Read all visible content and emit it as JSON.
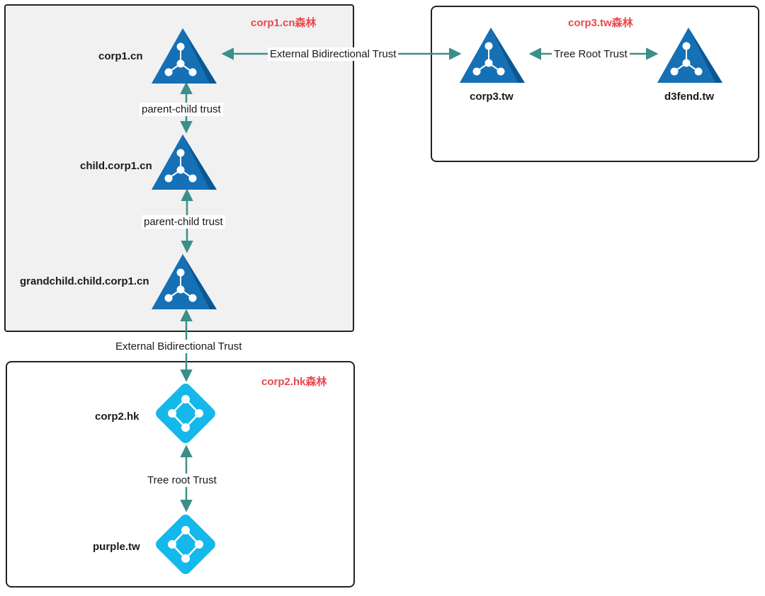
{
  "forests": {
    "cn": {
      "title": "corp1.cn森林"
    },
    "tw": {
      "title": "corp3.tw森林"
    },
    "hk": {
      "title": "corp2.hk森林"
    }
  },
  "nodes": {
    "corp1_cn": "corp1.cn",
    "child_corp1_cn": "child.corp1.cn",
    "grandchild_child_corp1_cn": "grandchild.child.corp1.cn",
    "corp3_tw": "corp3.tw",
    "d3fend_tw": "d3fend.tw",
    "corp2_hk": "corp2.hk",
    "purple_tw": "purple.tw"
  },
  "edges": {
    "cn_to_tw": "External Bidirectional Trust",
    "tw_tree_root": "Tree Root Trust",
    "parent_child_1": "parent-child trust",
    "parent_child_2": "parent-child trust",
    "cn_to_hk": "External Bidirectional Trust",
    "hk_tree_root": "Tree root Trust"
  },
  "colors": {
    "forest_title": "#e8484b",
    "domain_icon": "#1670b5",
    "domain_icon_shade": "#0b5794",
    "tree_icon": "#15b8ea",
    "arrow": "#3a8f8a",
    "border": "#222222"
  },
  "icons": {
    "domain": "triangle-domain-icon",
    "tree": "diamond-tree-icon"
  }
}
